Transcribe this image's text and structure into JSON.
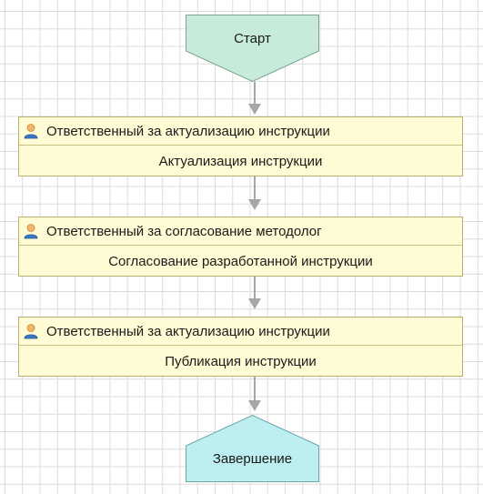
{
  "start": {
    "label": "Старт"
  },
  "tasks": [
    {
      "responsible": "Ответственный за актуализацию инструкции",
      "action": "Актуализация инструкции"
    },
    {
      "responsible": "Ответственный за согласование методолог",
      "action": "Согласование разработанной инструкции"
    },
    {
      "responsible": "Ответственный за актуализацию инструкции",
      "action": "Публикация инструкции"
    }
  ],
  "end": {
    "label": "Завершение"
  },
  "colors": {
    "start_fill": "#c6ecd9",
    "task_fill": "#fffbd4",
    "end_fill": "#bdeef0",
    "connector": "#a6a6a6",
    "grid": "#dcdcdc"
  },
  "icons": {
    "responsible": "user-icon"
  }
}
